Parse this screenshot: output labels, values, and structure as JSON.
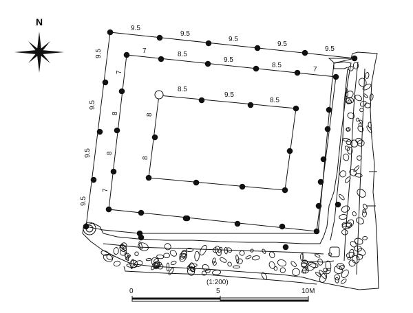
{
  "north_label": "N",
  "outer_labels": {
    "top": [
      "9.5",
      "9.5",
      "9.5",
      "9.5",
      "9.5"
    ],
    "left": [
      "9.5",
      "9.5",
      "9.5",
      "9.5"
    ]
  },
  "middle_labels": {
    "top": [
      "7",
      "8.5",
      "9.5",
      "8.5",
      "7"
    ],
    "left": [
      "7",
      "8",
      "8",
      "7"
    ]
  },
  "inner_labels": {
    "top": [
      "8.5",
      "9.5",
      "8.5"
    ],
    "left": [
      "8",
      "8"
    ]
  },
  "scale": {
    "ratio": "(1:200)",
    "tick_0": "0",
    "tick_5": "5",
    "tick_10": "10M"
  },
  "colors": {
    "ink": "#111111",
    "paper": "#ffffff"
  }
}
